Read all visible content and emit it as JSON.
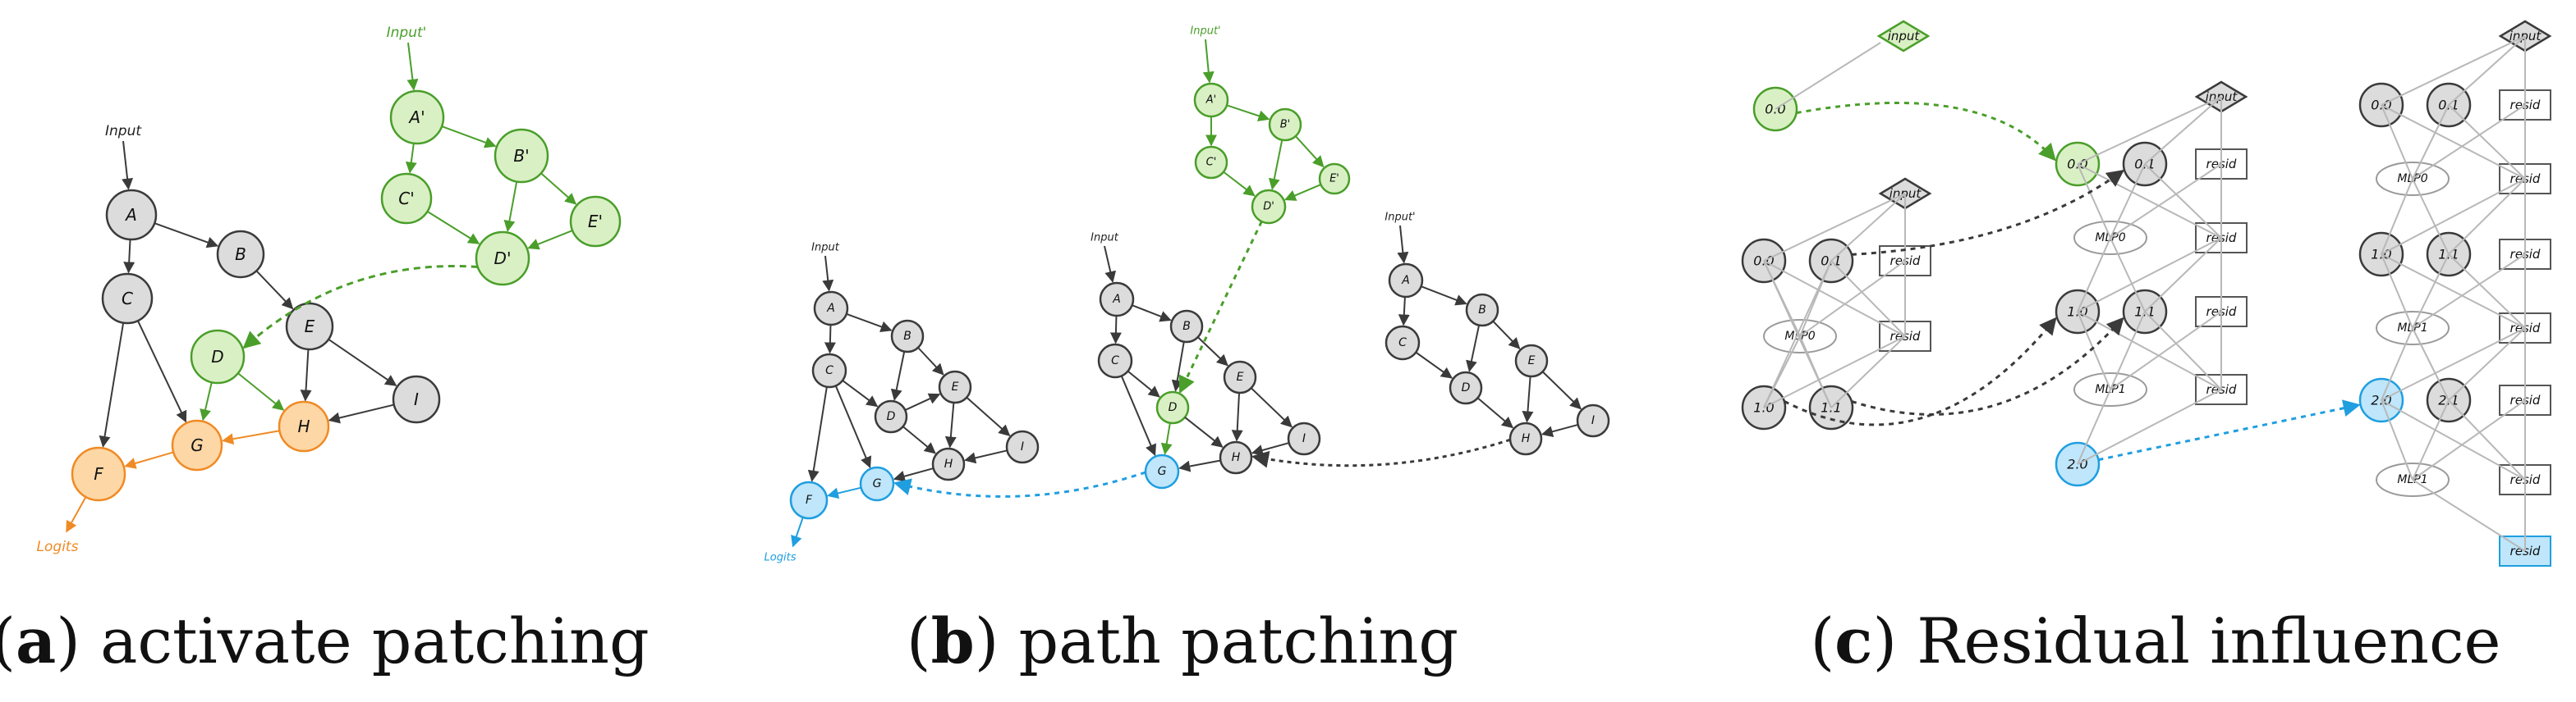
{
  "colors": {
    "gray_fill": "#dcdcdc",
    "gray_stroke": "#3a3a3a",
    "green_fill": "#d9f0c4",
    "green_stroke": "#4a9e2a",
    "orange_fill": "#fdd7a6",
    "orange_stroke": "#f08a24",
    "blue_fill": "#bfe6fb",
    "blue_stroke": "#1f9ee0",
    "light_stroke": "#9a9a9a",
    "text": "#111111"
  },
  "panels": {
    "a": {
      "caption_letter": "a",
      "caption_text": "activate patching",
      "nodes": {
        "input": "Input",
        "input2": "Input'",
        "A": "A",
        "B": "B",
        "C": "C",
        "E": "E",
        "I": "I",
        "D": "D",
        "G": "G",
        "H": "H",
        "F": "F",
        "A2": "A'",
        "B2": "B'",
        "C2": "C'",
        "D2": "D'",
        "E2": "E'",
        "logits": "Logits"
      }
    },
    "b": {
      "caption_letter": "b",
      "caption_text": "path patching",
      "nodes": {
        "input": "Input",
        "input_mid": "Input",
        "input_right": "Input'",
        "input_top": "Input'",
        "A": "A",
        "B": "B",
        "C": "C",
        "D": "D",
        "E": "E",
        "G": "G",
        "H": "H",
        "I": "I",
        "F": "F",
        "A2": "A'",
        "B2": "B'",
        "C2": "C'",
        "D2": "D'",
        "E2": "E'",
        "logits": "Logits"
      }
    },
    "c": {
      "caption_letter": "c",
      "caption_text": "Residual influence",
      "nodes": {
        "input": "input",
        "n00": "0.0",
        "n01": "0.1",
        "n10": "1.0",
        "n11": "1.1",
        "n20": "2.0",
        "n21": "2.1",
        "resid": "resid",
        "mlp0": "MLP0",
        "mlp1": "MLP1"
      }
    }
  }
}
